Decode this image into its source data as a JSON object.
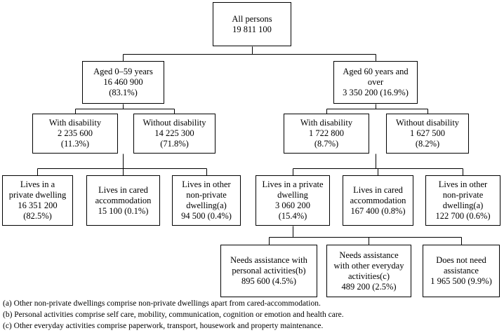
{
  "nodes": {
    "all": [
      "All persons",
      "19 811 100"
    ],
    "young": [
      "Aged 0–59 years",
      "16 460 900",
      "(83.1%)"
    ],
    "old": [
      "Aged 60 years and",
      "over",
      "3 350 200 (16.9%)"
    ],
    "y_dis": [
      "With disability",
      "2 235 600",
      "(11.3%)"
    ],
    "y_nodis": [
      "Without disability",
      "14 225 300",
      "(71.8%)"
    ],
    "o_dis": [
      "With disability",
      "1 722 800",
      "(8.7%)"
    ],
    "o_nodis": [
      "Without disability",
      "1 627 500",
      "(8.2%)"
    ],
    "y_private": [
      "Lives in a",
      "private dwelling",
      "16 351 200",
      "(82.5%)"
    ],
    "y_cared": [
      "Lives in cared",
      "accommodation",
      "15 100 (0.1%)"
    ],
    "y_other": [
      "Lives in other",
      "non-private",
      "dwelling(a)",
      "94 500 (0.4%)"
    ],
    "o_private": [
      "Lives in a private",
      "dwelling",
      "3 060 200",
      "(15.4%)"
    ],
    "o_cared": [
      "Lives in cared",
      "accommodation",
      "167 400 (0.8%)"
    ],
    "o_other": [
      "Lives in other",
      "non-private",
      "dwelling(a)",
      "122 700 (0.6%)"
    ],
    "personal": [
      "Needs assistance with",
      "personal activities(b)",
      "895 600 (4.5%)"
    ],
    "everyday": [
      "Needs assistance",
      "with other everyday",
      "activities(c)",
      "489 200 (2.5%)"
    ],
    "noneed": [
      "Does not need",
      "assistance",
      "1 965 500 (9.9%)"
    ]
  },
  "footnotes": [
    "(a)  Other non-private dwellings comprise non-private dwellings apart from cared-accommodation.",
    "(b)  Personal activities comprise self care, mobility, communication, cognition or emotion and health care.",
    "(c)  Other everyday activities comprise paperwork, transport, housework and property maintenance."
  ]
}
